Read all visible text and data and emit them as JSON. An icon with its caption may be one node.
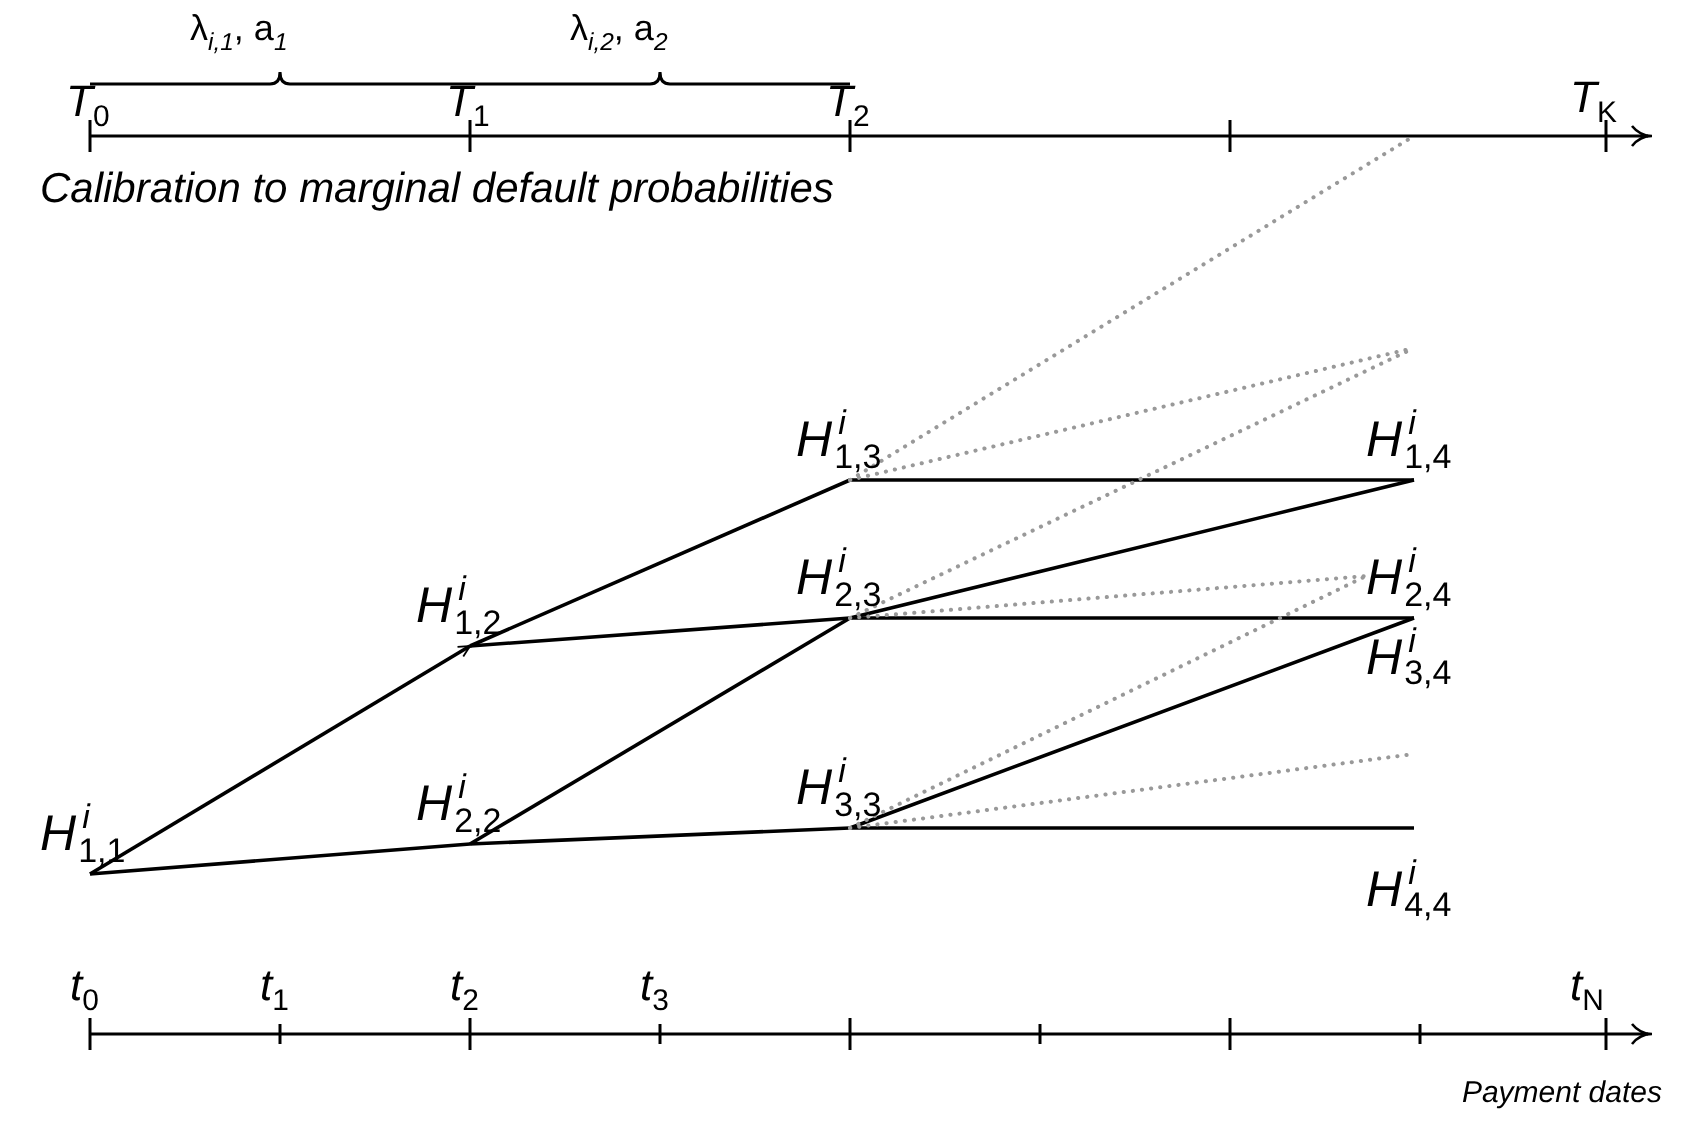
{
  "diagram": {
    "nodes": [
      {
        "text": [
          "H$^{i}$$_{1,1}$"
        ]
      },
      {
        "text": [
          "H$^{i}$$_{1,2}$"
        ]
      },
      {
        "text": [
          "H$^{i}$$_{2,2}$"
        ]
      },
      {
        "text": [
          "H$^{i}$$_{1,3}$"
        ]
      },
      {
        "text": [
          "H$^{i}$$_{2,3}$"
        ]
      },
      {
        "text": [
          "H$^{i}$$_{3,3}$"
        ]
      },
      {
        "text": [
          "H$^{i}$$_{1,4}$"
        ]
      },
      {
        "text": [
          "H$^{i}$$_{2,4}$"
        ]
      },
      {
        "text": [
          "H$^{i}$$_{3,4}$"
        ]
      },
      {
        "text": [
          "H$^{i}$$_{4,4}$"
        ]
      }
    ],
    "edges": [
      {
        "from": 0,
        "to": 1,
        "arrow": "to"
      },
      {
        "from": 0,
        "to": 2,
        "arrow": "none"
      },
      {
        "from": 1,
        "to": 3,
        "arrow": "none"
      },
      {
        "from": 1,
        "to": 4,
        "arrow": "none"
      },
      {
        "from": 2,
        "to": 4,
        "arrow": "none"
      },
      {
        "from": 2,
        "to": 5,
        "arrow": "none"
      },
      {
        "from": 3,
        "to": 6,
        "arrow": "none"
      },
      {
        "from": 4,
        "to": 6,
        "arrow": "none"
      },
      {
        "from": 4,
        "to": 7,
        "arrow": "none"
      },
      {
        "from": 5,
        "to": 8,
        "arrow": "none"
      },
      {
        "from": 5,
        "to": 9,
        "arrow": "none"
      },
      {
        "from": 3,
        "to": null,
        "arrow": "none",
        "style": "dashed",
        "color": "#999999"
      },
      {
        "from": 3,
        "to": null,
        "arrow": "none",
        "style": "dashed",
        "color": "#999999"
      },
      {
        "from": 4,
        "to": null,
        "arrow": "none",
        "style": "dashed",
        "color": "#999999"
      },
      {
        "from": 4,
        "to": 7,
        "arrow": "none",
        "style": "dashed",
        "color": "#999999"
      },
      {
        "from": 5,
        "to": 7,
        "arrow": "none",
        "style": "dashed",
        "color": "#999999"
      },
      {
        "from": 5,
        "to": null,
        "arrow": "none",
        "style": "dashed",
        "color": "#999999"
      }
    ],
    "labels": [
      "λ$_{i,1}$, a$_{1}$",
      "λ$_{i,2}$, a$_{2}$",
      "T$_{0}$",
      "T$_{1}$",
      "T$_{2}$",
      "T$_{K}$",
      "Calibration to marginal default probabilities",
      "t$_{0}$",
      "t$_{1}$",
      "t$_{2}$",
      "t$_{3}$",
      "t$_{N}$",
      "Payment dates"
    ]
  }
}
